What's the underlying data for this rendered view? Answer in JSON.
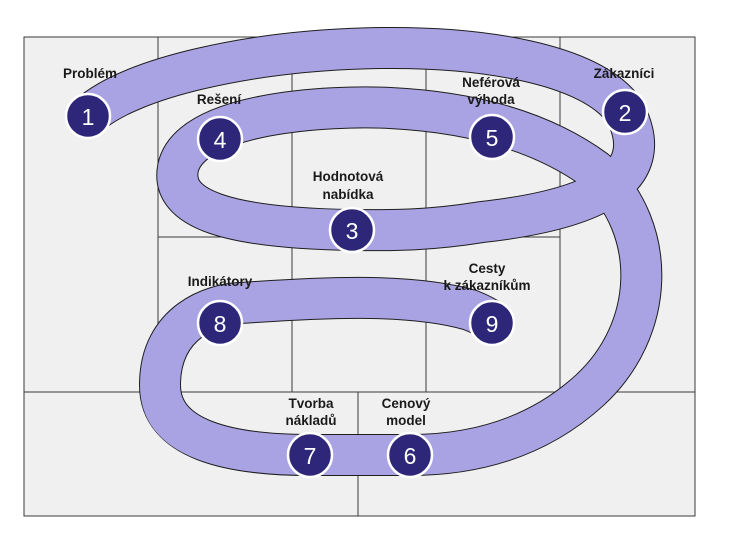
{
  "colors": {
    "band": "#a9a2e3",
    "circle": "#2d2679",
    "cell": "#f1f0f0",
    "border": "#3a3a3a"
  },
  "blocks": [
    {
      "id": "problem",
      "number": "1",
      "lines": [
        "Problém"
      ]
    },
    {
      "id": "customers",
      "number": "2",
      "lines": [
        "Zákazníci"
      ]
    },
    {
      "id": "value",
      "number": "3",
      "lines": [
        "Hodnotová",
        "nabídka"
      ]
    },
    {
      "id": "solution",
      "number": "4",
      "lines": [
        "Rešení"
      ]
    },
    {
      "id": "unfair",
      "number": "5",
      "lines": [
        "Neférová",
        "výhoda"
      ]
    },
    {
      "id": "pricing",
      "number": "6",
      "lines": [
        "Cenový",
        "model"
      ]
    },
    {
      "id": "costs",
      "number": "7",
      "lines": [
        "Tvorba",
        "nákladů"
      ]
    },
    {
      "id": "metrics",
      "number": "8",
      "lines": [
        "Indikátory"
      ]
    },
    {
      "id": "channels",
      "number": "9",
      "lines": [
        "Cesty",
        "k zákazníkům"
      ]
    }
  ]
}
